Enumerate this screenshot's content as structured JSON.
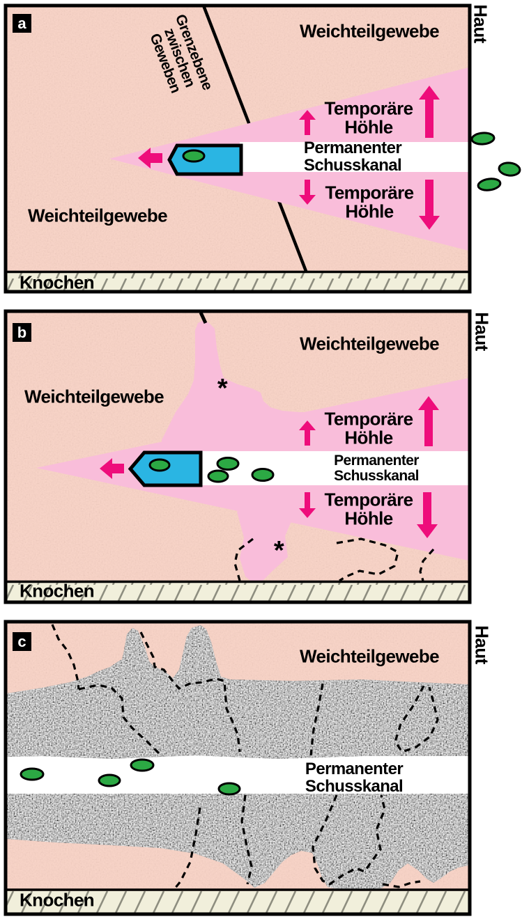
{
  "shared": {
    "skin_label": "Haut",
    "bone_label": "Knochen",
    "soft_tissue_label": "Weichteilgewebe",
    "temp_cavity_label": "Temporäre\nHöhle",
    "perm_channel_label": "Permanenter Schusskanal",
    "asterisk": "*"
  },
  "panels": {
    "a": {
      "tag": "a",
      "boundary_label": "Grenzebene\nzwischen\nGeweben"
    },
    "b": {
      "tag": "b"
    },
    "c": {
      "tag": "c"
    }
  },
  "colors": {
    "soft_tissue": "#f8d2c5",
    "temporary_cavity_pink": "#f9bdda",
    "arrow_magenta": "#ee0d7b",
    "bullet_cyan": "#2ab5e3",
    "fragment_green": "#2ca944",
    "bone_background": "#f1efdb",
    "channel_white": "#ffffff",
    "outline_black": "#000000",
    "destroyed_tissue_gray": "#9c9c9c"
  }
}
